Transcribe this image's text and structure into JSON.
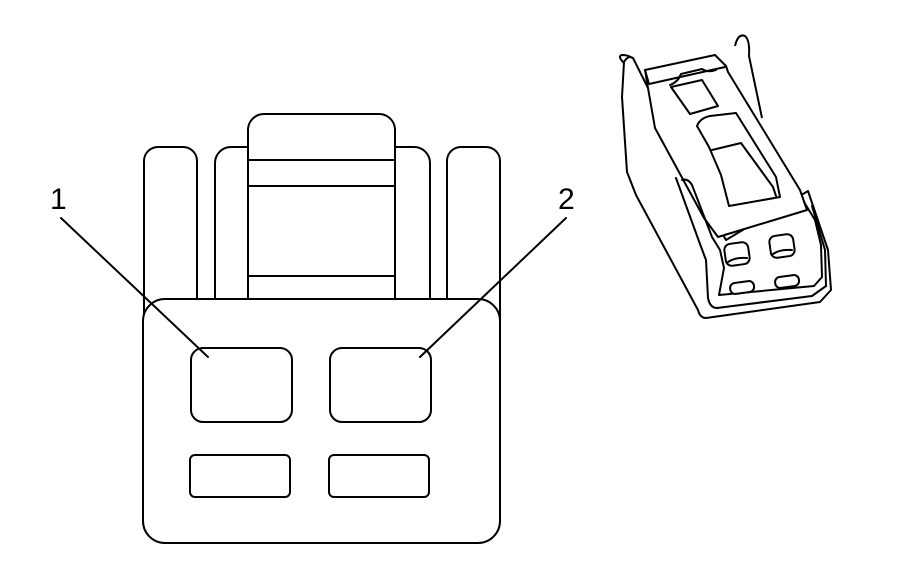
{
  "diagram": {
    "subject": "2-cavity electrical connector, face view and isometric view",
    "callouts": [
      {
        "id": 1,
        "label": "1",
        "target": "left upper terminal cavity"
      },
      {
        "id": 2,
        "label": "2",
        "target": "right upper terminal cavity"
      }
    ],
    "colors": {
      "line": "#000000",
      "background": "#ffffff"
    }
  }
}
